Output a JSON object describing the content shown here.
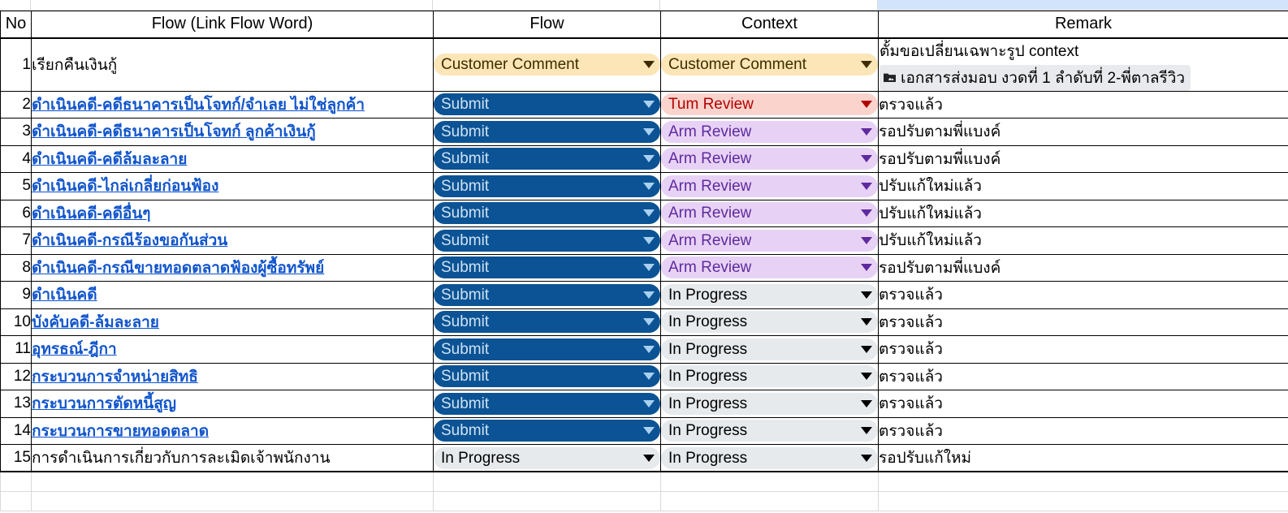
{
  "sheet": {
    "selected_column_highlight_color": "#d2e3fc",
    "columns": [
      {
        "key": "no",
        "label": "No"
      },
      {
        "key": "flowword",
        "label": "Flow (Link Flow Word)"
      },
      {
        "key": "flow",
        "label": "Flow"
      },
      {
        "key": "context",
        "label": "Context"
      },
      {
        "key": "remark",
        "label": "Remark"
      }
    ],
    "chip_colors": {
      "submit_bg": "#0b5394",
      "submit_text": "#cfe2f3",
      "customer_comment_bg": "#fce5b6",
      "customer_comment_text": "#3d2c00",
      "tum_review_bg": "#fbd3cd",
      "tum_review_text": "#b10202",
      "arm_review_bg": "#e7d2f5",
      "arm_review_text": "#5f2a9e",
      "in_progress_bg": "#e6eaed",
      "in_progress_text": "#000000",
      "link_text": "#1155cc"
    },
    "rows": [
      {
        "no": "1",
        "word": "เรียกคืนเงินกู้",
        "is_link": false,
        "flow": {
          "label": "Customer Comment",
          "style": "customer"
        },
        "context": {
          "label": "Customer Comment",
          "style": "customer"
        },
        "remark_line1": "ตั้มขอเปลี่ยนเฉพาะรูป context",
        "remark_tag": "เอกสารส่งมอบ งวดที่ 1 ลำดับที่ 2-พี่ตาลรีวิว",
        "remark": ""
      },
      {
        "no": "2",
        "word": "ดำเนินคดี-คดีธนาคารเป็นโจทก์/จำเลย ไม่ใช่ลูกค้า",
        "is_link": true,
        "flow": {
          "label": "Submit",
          "style": "submit"
        },
        "context": {
          "label": "Tum Review",
          "style": "tum"
        },
        "remark": "ตรวจแล้ว"
      },
      {
        "no": "3",
        "word": "ดำเนินคดี-คดีธนาคารเป็นโจทก์ ลูกค้าเงินกู้",
        "is_link": true,
        "flow": {
          "label": "Submit",
          "style": "submit"
        },
        "context": {
          "label": "Arm Review",
          "style": "arm"
        },
        "remark": "รอปรับตามพี่แบงค์"
      },
      {
        "no": "4",
        "word": "ดำเนินคดี-คดีล้มละลาย",
        "is_link": true,
        "flow": {
          "label": "Submit",
          "style": "submit"
        },
        "context": {
          "label": "Arm Review",
          "style": "arm"
        },
        "remark": "รอปรับตามพี่แบงค์"
      },
      {
        "no": "5",
        "word": "ดำเนินคดี-ไกล่เกลี่ยก่อนฟ้อง",
        "is_link": true,
        "flow": {
          "label": "Submit",
          "style": "submit"
        },
        "context": {
          "label": "Arm Review",
          "style": "arm"
        },
        "remark": "ปรับแก้ใหม่แล้ว"
      },
      {
        "no": "6",
        "word": "ดำเนินคดี-คดีอื่นๆ",
        "is_link": true,
        "flow": {
          "label": "Submit",
          "style": "submit"
        },
        "context": {
          "label": "Arm Review",
          "style": "arm"
        },
        "remark": "ปรับแก้ใหม่แล้ว"
      },
      {
        "no": "7",
        "word": "ดำเนินคดี-กรณีร้องขอกันส่วน",
        "is_link": true,
        "flow": {
          "label": "Submit",
          "style": "submit"
        },
        "context": {
          "label": "Arm Review",
          "style": "arm"
        },
        "remark": "ปรับแก้ใหม่แล้ว"
      },
      {
        "no": "8",
        "word": "ดำเนินคดี-กรณีขายทอดตลาดฟ้องผู้ซื้อทรัพย์",
        "is_link": true,
        "flow": {
          "label": "Submit",
          "style": "submit"
        },
        "context": {
          "label": "Arm Review",
          "style": "arm"
        },
        "remark": "รอปรับตามพี่แบงค์"
      },
      {
        "no": "9",
        "word": "ดำเนินคดี",
        "is_link": true,
        "flow": {
          "label": "Submit",
          "style": "submit"
        },
        "context": {
          "label": "In Progress",
          "style": "inprogress"
        },
        "remark": "ตรวจแล้ว"
      },
      {
        "no": "10",
        "word": "บังคับคดี-ล้มละลาย",
        "is_link": true,
        "flow": {
          "label": "Submit",
          "style": "submit"
        },
        "context": {
          "label": "In Progress",
          "style": "inprogress"
        },
        "remark": "ตรวจแล้ว"
      },
      {
        "no": "11",
        "word": "อุทรธณ์-ฎีกา",
        "is_link": true,
        "flow": {
          "label": "Submit",
          "style": "submit"
        },
        "context": {
          "label": "In Progress",
          "style": "inprogress"
        },
        "remark": "ตรวจแล้ว"
      },
      {
        "no": "12",
        "word": "กระบวนการจำหน่ายสิทธิ",
        "is_link": true,
        "flow": {
          "label": "Submit",
          "style": "submit"
        },
        "context": {
          "label": "In Progress",
          "style": "inprogress"
        },
        "remark": "ตรวจแล้ว"
      },
      {
        "no": "13",
        "word": "กระบวนการตัดหนี้สูญ",
        "is_link": true,
        "flow": {
          "label": "Submit",
          "style": "submit"
        },
        "context": {
          "label": "In Progress",
          "style": "inprogress"
        },
        "remark": "ตรวจแล้ว"
      },
      {
        "no": "14",
        "word": "กระบวนการขายทอดตลาด",
        "is_link": true,
        "flow": {
          "label": "Submit",
          "style": "submit"
        },
        "context": {
          "label": "In Progress",
          "style": "inprogress"
        },
        "remark": "ตรวจแล้ว"
      },
      {
        "no": "15",
        "word": "การดำเนินการเกี่ยวกับการละเมิดเจ้าพนักงาน",
        "is_link": false,
        "flow": {
          "label": "In Progress",
          "style": "inprogress"
        },
        "context": {
          "label": "In Progress",
          "style": "inprogress"
        },
        "remark": "รอปรับแก้ใหม่"
      }
    ],
    "empty_row_count": 2
  }
}
